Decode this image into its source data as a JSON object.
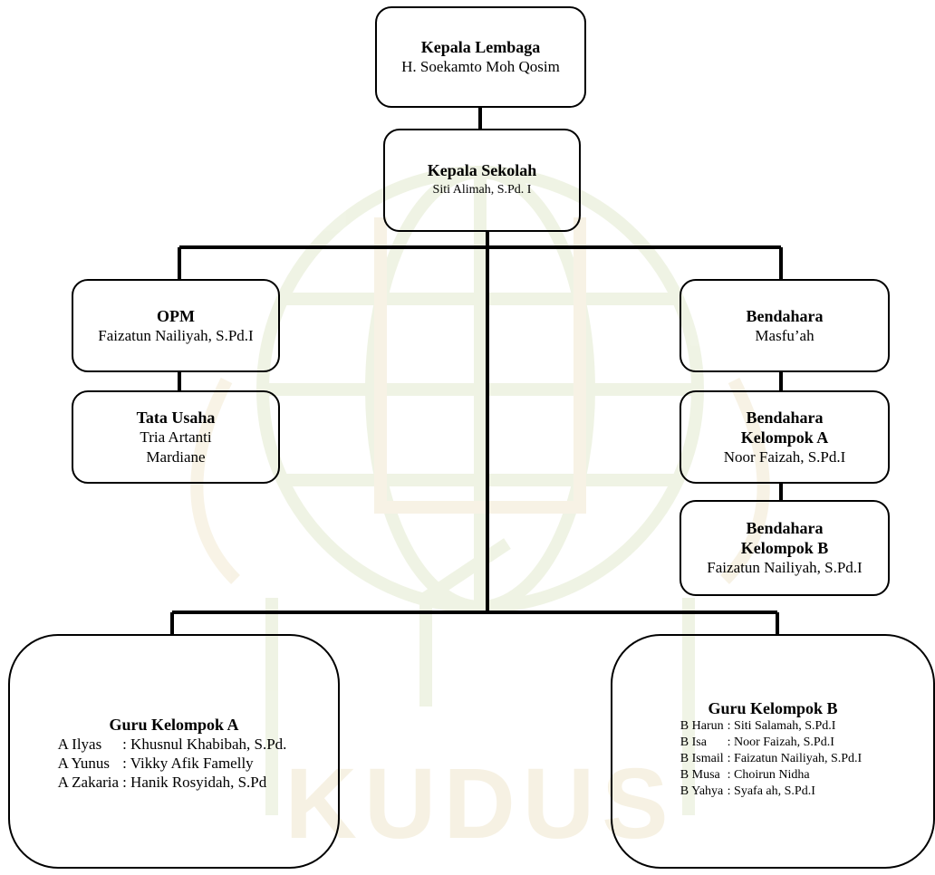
{
  "watermark": {
    "text": "KUDUS",
    "color": "#8aa83a",
    "accent": "#c7a23e"
  },
  "nodes": {
    "kepala_lembaga": {
      "title": "Kepala Lembaga",
      "name": "H. Soekamto Moh Qosim"
    },
    "kepala_sekolah": {
      "title": "Kepala Sekolah",
      "name": "Siti Alimah, S.Pd. I"
    },
    "opm": {
      "title": "OPM",
      "name": "Faizatun Nailiyah, S.Pd.I"
    },
    "tata_usaha": {
      "title": "Tata Usaha",
      "name_line1": "Tria Artanti",
      "name_line2": "Mardiane"
    },
    "bendahara": {
      "title": "Bendahara",
      "name": "Masfu’ah"
    },
    "bendahara_a": {
      "title_line1": "Bendahara",
      "title_line2": "Kelompok A",
      "name": "Noor Faizah, S.Pd.I"
    },
    "bendahara_b": {
      "title_line1": "Bendahara",
      "title_line2": "Kelompok B",
      "name": "Faizatun Nailiyah, S.Pd.I"
    },
    "guru_a": {
      "title": "Guru Kelompok A",
      "members": [
        {
          "group": "A Ilyas",
          "name": ": Khusnul Khabibah, S.Pd."
        },
        {
          "group": "A Yunus",
          "name": ": Vikky Afik Famelly"
        },
        {
          "group": "A Zakaria",
          "name": ": Hanik Rosyidah, S.Pd"
        }
      ]
    },
    "guru_b": {
      "title": "Guru Kelompok B",
      "members": [
        {
          "group": "B Harun",
          "name": ": Siti Salamah, S.Pd.I"
        },
        {
          "group": "B Isa",
          "name": ": Noor Faizah, S.Pd.I"
        },
        {
          "group": "B Ismail",
          "name": ": Faizatun Nailiyah, S.Pd.I"
        },
        {
          "group": "B Musa",
          "name": ": Choirun Nidha"
        },
        {
          "group": "B Yahya",
          "name": ": Syafa ah, S.Pd.I"
        }
      ]
    }
  }
}
